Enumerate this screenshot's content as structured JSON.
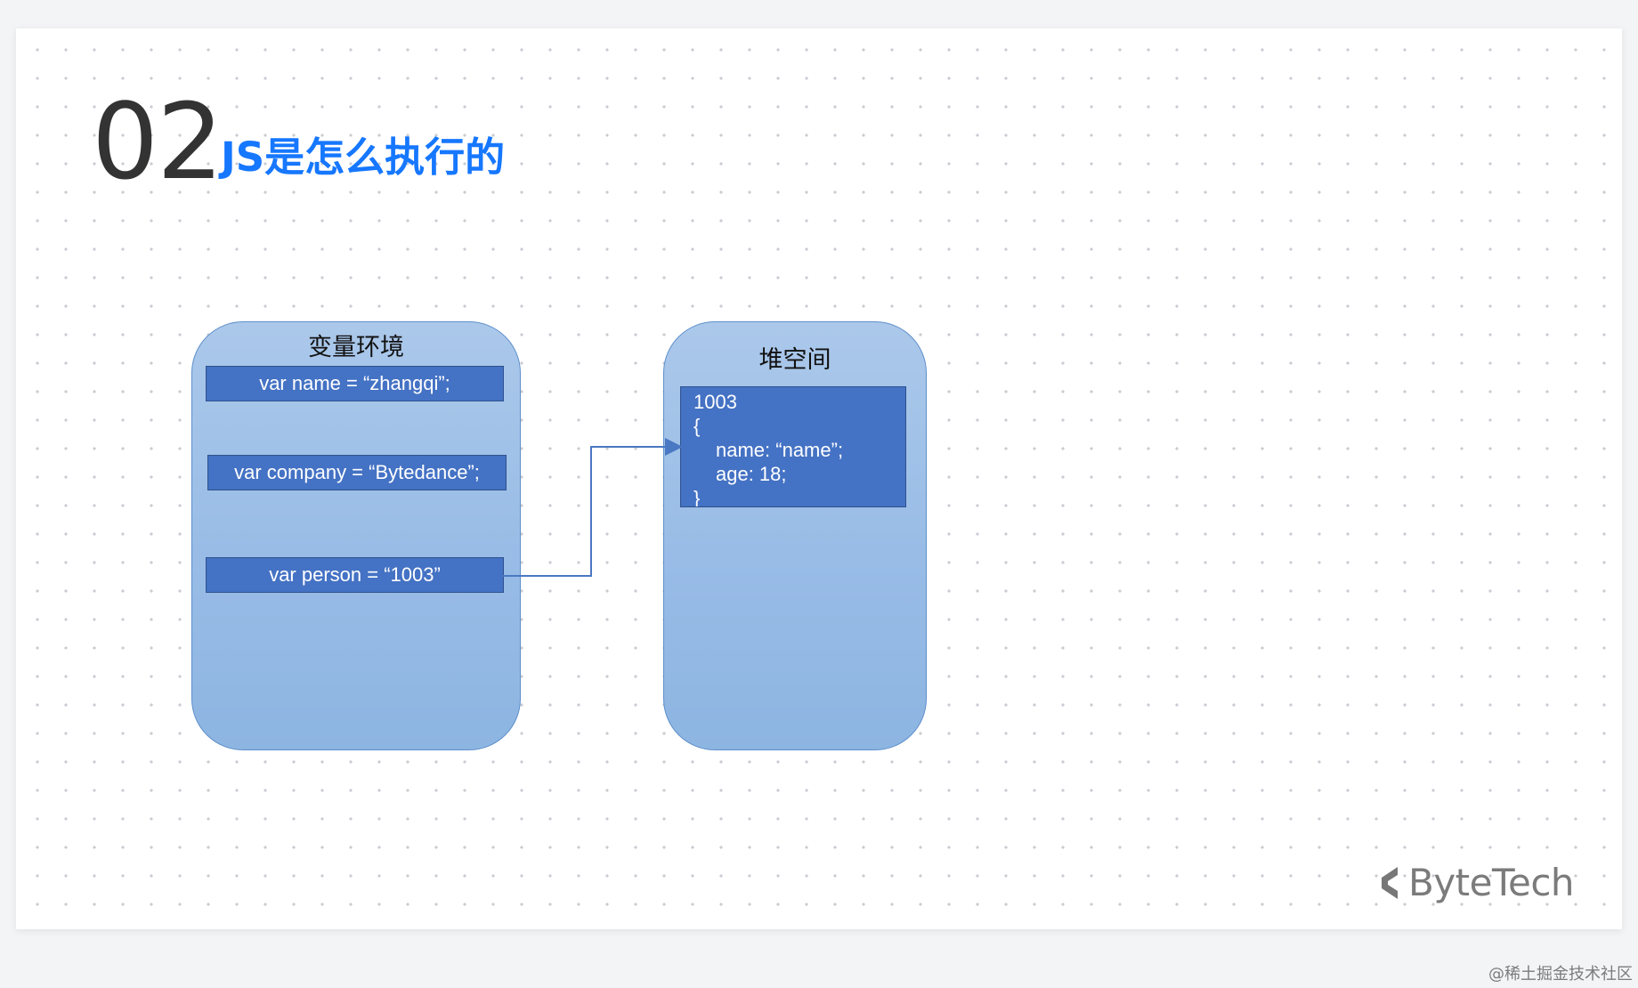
{
  "slide": {
    "number": "02",
    "title": "JS是怎么执行的"
  },
  "diagram": {
    "variable_env": {
      "title": "变量环境",
      "items": [
        "var name = “zhangqi”;",
        "var company = “Bytedance”;",
        "var person = “1003”"
      ]
    },
    "heap_space": {
      "title": "堆空间",
      "object_lines": [
        "1003",
        "{",
        "name: “name”;",
        "age: 18;",
        "}"
      ]
    }
  },
  "branding": {
    "logo_text": "ByteTech",
    "footer_credit": "@稀土掘金技术社区"
  },
  "colors": {
    "title_blue": "#1677ff",
    "panel_blue": "#98bce6",
    "box_blue": "#4472c4",
    "connector_blue": "#4a78c2"
  },
  "icons": {
    "brand_mark": "bytetech-logo-icon"
  }
}
